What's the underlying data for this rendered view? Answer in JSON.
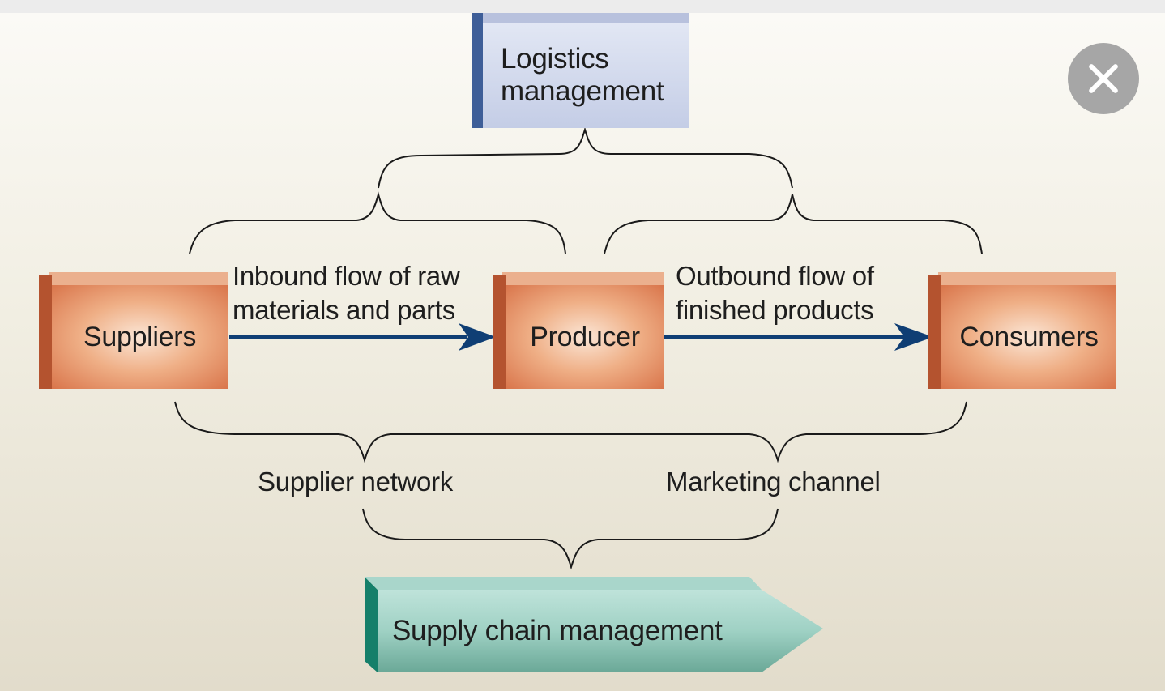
{
  "diagram": {
    "logistics_label_line1": "Logistics",
    "logistics_label_line2": "management",
    "nodes": {
      "suppliers": "Suppliers",
      "producer": "Producer",
      "consumers": "Consumers"
    },
    "inbound_line1": "Inbound flow of raw",
    "inbound_line2": "materials and parts",
    "outbound_line1": "Outbound flow of",
    "outbound_line2": "finished products",
    "supplier_network": "Supplier network",
    "marketing_channel": "Marketing channel",
    "supply_chain": "Supply chain management"
  },
  "colors": {
    "arrow": "#0f3e74",
    "block_orange": "#e59468",
    "logistics_blue": "#c6cfe7",
    "supply_chain_teal": "#6fb5a5"
  },
  "icons": {
    "close": "close-icon"
  }
}
